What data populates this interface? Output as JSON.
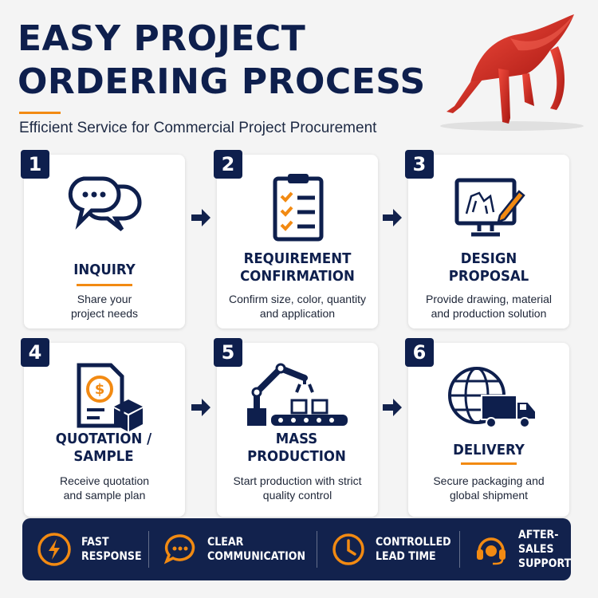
{
  "header": {
    "title": "EASY PROJECT ORDERING PROCESS",
    "subtitle": "Efficient Service for Commercial Project Procurement"
  },
  "colors": {
    "navy": "#0e1f4d",
    "orange": "#f28a12",
    "chair_red": "#d8241e",
    "card_bg": "#ffffff",
    "page_bg": "#f4f4f4"
  },
  "steps": [
    {
      "number": "1",
      "title": "INQUIRY",
      "description": "Share your project needs",
      "icon": "chat-bubbles-icon"
    },
    {
      "number": "2",
      "title": "REQUIREMENT CONFIRMATION",
      "description": "Confirm size, color, quantity and application",
      "icon": "clipboard-checklist-icon"
    },
    {
      "number": "3",
      "title": "DESIGN PROPOSAL",
      "description": "Provide drawing, material and production solution",
      "icon": "design-monitor-icon"
    },
    {
      "number": "4",
      "title": "QUOTATION / SAMPLE",
      "description": "Receive quotation and sample plan",
      "icon": "quotation-document-icon"
    },
    {
      "number": "5",
      "title": "MASS PRODUCTION",
      "description": "Start production with strict quality control",
      "icon": "robot-arm-conveyor-icon"
    },
    {
      "number": "6",
      "title": "DELIVERY",
      "description": "Secure packaging and global shipment",
      "icon": "globe-truck-icon"
    }
  ],
  "features": [
    {
      "label": "FAST\nRESPONSE",
      "icon": "lightning-icon"
    },
    {
      "label": "CLEAR\nCOMMUNICATION",
      "icon": "chat-icon"
    },
    {
      "label": "CONTROLLED\nLEAD TIME",
      "icon": "clock-icon"
    },
    {
      "label": "AFTER-SALES\nSUPPORT",
      "icon": "headset-icon"
    }
  ]
}
